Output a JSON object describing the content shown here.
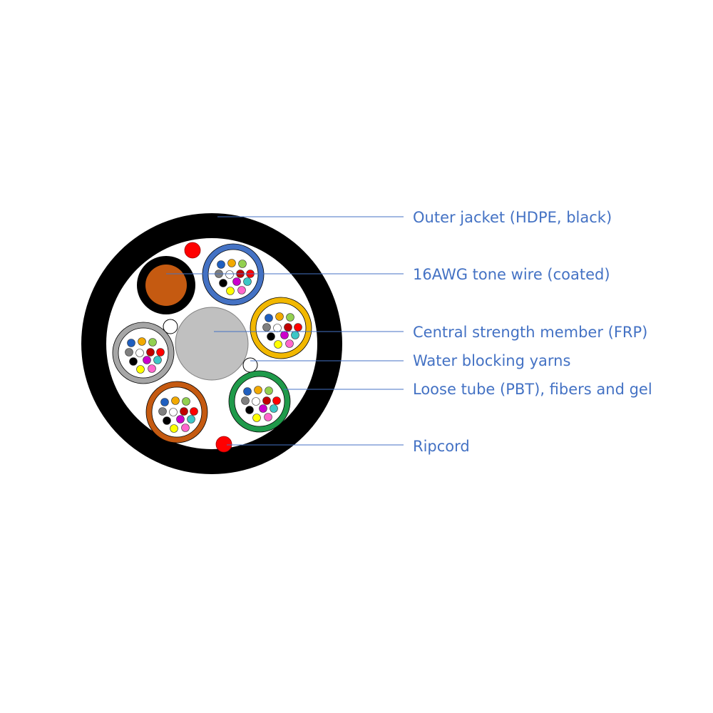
{
  "labels": {
    "outer_jacket": "Outer jacket (HDPE, black)",
    "tone_wire": "16AWG tone wire (coated)",
    "strength_member": "Central strength member (FRP)",
    "water_yarns": "Water blocking yarns",
    "loose_tube": "Loose tube (PBT), fibers and gel",
    "ripcord": "Ripcord"
  },
  "colors": {
    "label_text": "#4472c4",
    "jacket": "#000000",
    "cable_core_fill": "#ffffff",
    "tone_wire_conductor": "#c55a11",
    "tone_wire_coating": "#000000",
    "strength_member": "#c0c0c0",
    "ripcord": "#ff0000"
  },
  "loose_tubes": [
    {
      "color": "#4472c4",
      "name": "blue-tube"
    },
    {
      "color": "#f2b800",
      "name": "yellow-tube"
    },
    {
      "color": "#1f9a4a",
      "name": "green-tube"
    },
    {
      "color": "#c55a11",
      "name": "brown-tube"
    },
    {
      "color": "#a6a6a6",
      "name": "gray-tube"
    }
  ],
  "fiber_colors": [
    "#1f5fbf",
    "#f2a900",
    "#92d050",
    "#7f7f7f",
    "#ffffff",
    "#c00000",
    "#000000",
    "#cc00cc",
    "#3cc6c6",
    "#ffff00",
    "#ff66cc",
    "#ff0000"
  ]
}
